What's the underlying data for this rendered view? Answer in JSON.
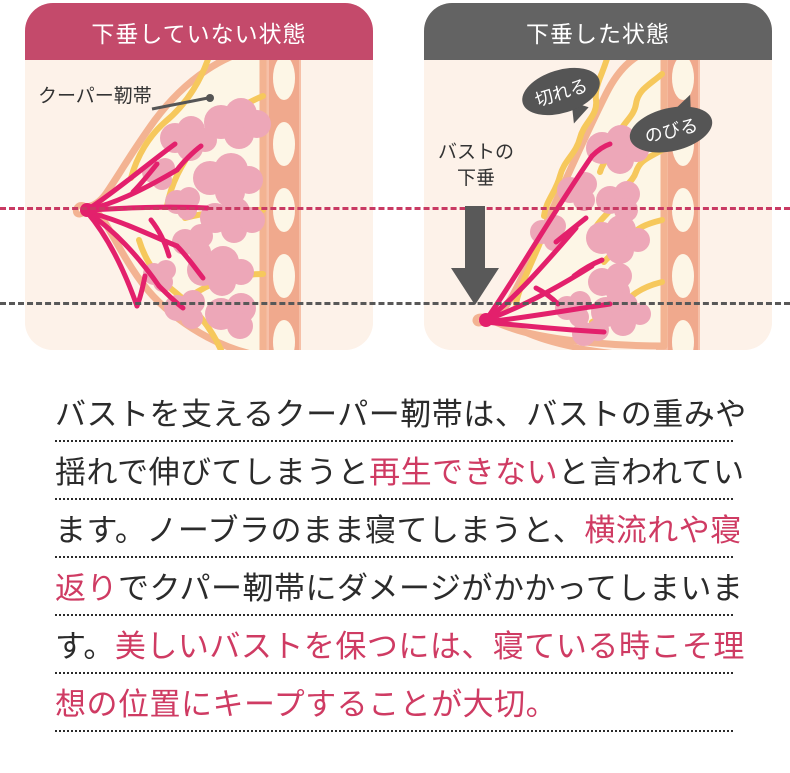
{
  "panels": [
    {
      "id": "no-sag",
      "header": "下垂していない状態",
      "header_color": "#c44a6b",
      "label": "クーパー靭帯",
      "label_name": "cooper-ligament-label"
    },
    {
      "id": "sagging",
      "header": "下垂した状態",
      "header_color": "#636363",
      "label": "バストの\n下垂",
      "label_name": "bust-droop-label",
      "bubbles": [
        {
          "text": "切れる"
        },
        {
          "text": "のびる"
        }
      ]
    }
  ],
  "guides": {
    "pink_color": "#c93a63",
    "gray_color": "#585858"
  },
  "illustration": {
    "skin_outline": "#f3b392",
    "skin_fill": "#fdf6e6",
    "chest_wall": "#f0a98d",
    "chest_wall_light": "#f6c0a8",
    "rib_oval": "#fdf6e6",
    "ligament": "#f6c85c",
    "gland_lobule": "#eda7b8",
    "duct": "#e3206c",
    "panel_bg": "#fdf2e9"
  },
  "copy": {
    "accent_color": "#cf3b63",
    "base_color": "#2b2b2b",
    "lines": [
      [
        {
          "t": "バストを支えるクーパー靭帯は、バストの重みや",
          "hl": false
        }
      ],
      [
        {
          "t": "揺れで伸びてしまうと",
          "hl": false
        },
        {
          "t": "再生できない",
          "hl": true
        },
        {
          "t": "と言われてい",
          "hl": false
        }
      ],
      [
        {
          "t": "ます。ノーブラのまま寝てしまうと、",
          "hl": false
        },
        {
          "t": "横流れや寝",
          "hl": true
        }
      ],
      [
        {
          "t": "返り",
          "hl": true
        },
        {
          "t": "でクパー靭帯にダメージがかかってしまいま",
          "hl": false
        }
      ],
      [
        {
          "t": "す。",
          "hl": false
        },
        {
          "t": "美しいバストを保つには、寝ている時こそ理",
          "hl": true
        }
      ],
      [
        {
          "t": "想の位置にキープすることが大切。",
          "hl": true
        }
      ]
    ]
  }
}
